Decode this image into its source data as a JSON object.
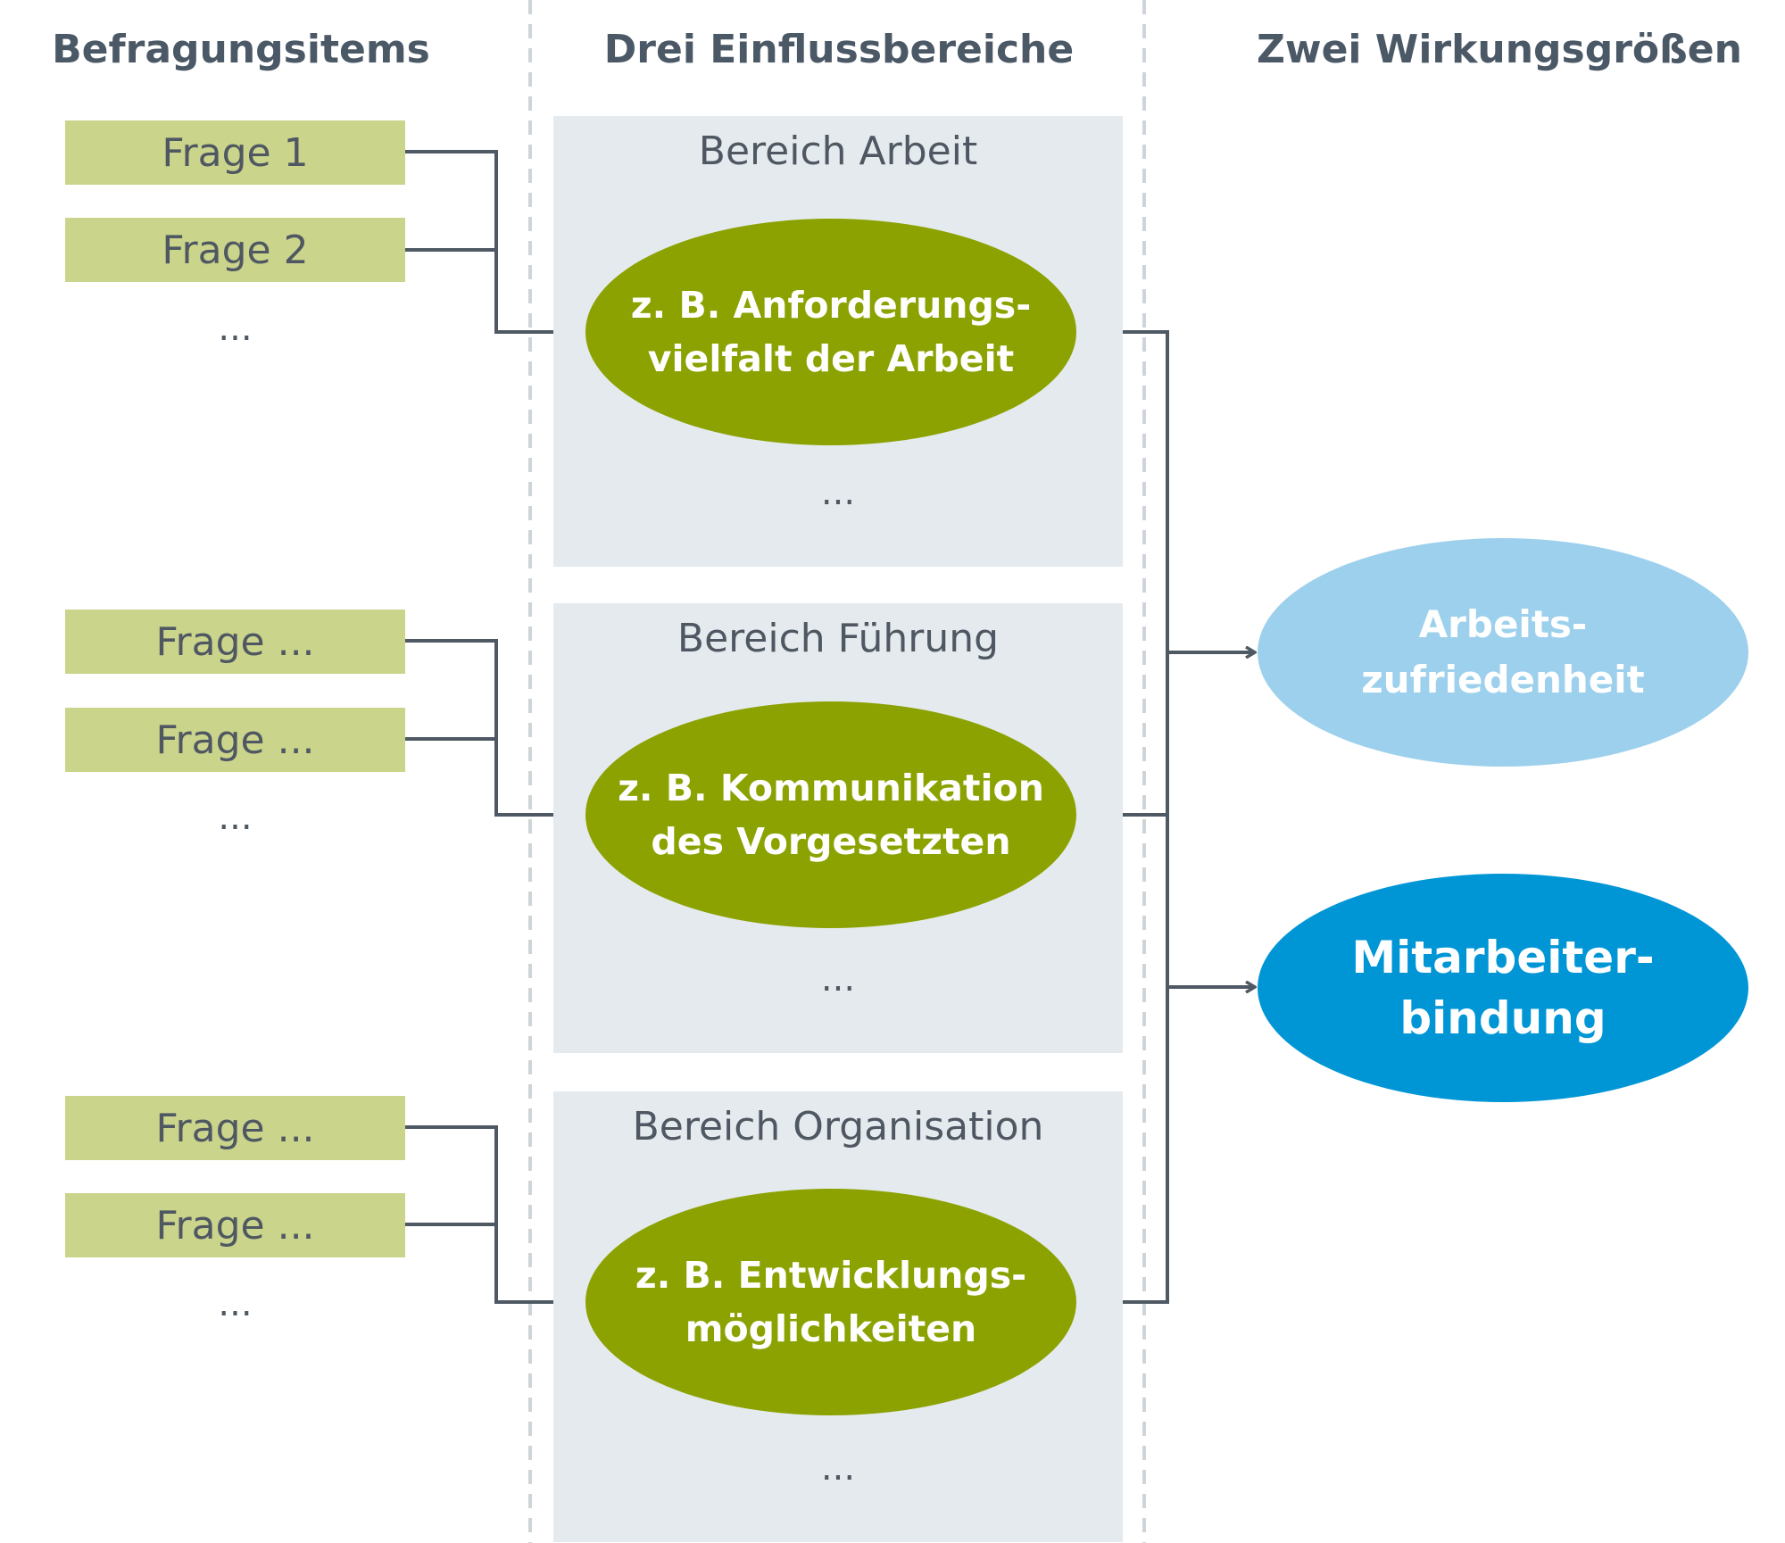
{
  "headers": {
    "items": "Befragungsitems",
    "areas": "Drei Einflussbereiche",
    "outcomes": "Zwei  Wirkungsgrößen"
  },
  "groups": [
    {
      "questions": [
        "Frage 1",
        "Frage 2"
      ],
      "more": "...",
      "panel_title": "Bereich Arbeit",
      "factor_line1": "z. B. Anforderungs-",
      "factor_line2": "vielfalt der Arbeit",
      "panel_more": "..."
    },
    {
      "questions": [
        "Frage ...",
        "Frage ..."
      ],
      "more": "...",
      "panel_title": "Bereich Führung",
      "factor_line1": "z. B. Kommunikation",
      "factor_line2": "des Vorgesetzten",
      "panel_more": "..."
    },
    {
      "questions": [
        "Frage ...",
        "Frage ..."
      ],
      "more": "...",
      "panel_title": "Bereich Organisation",
      "factor_line1": "z. B. Entwicklungs-",
      "factor_line2": "möglichkeiten",
      "panel_more": "..."
    }
  ],
  "outcomes": [
    {
      "line1": "Arbeits-",
      "line2": "zufriedenheit",
      "color": "#9dd0ec"
    },
    {
      "line1": "Mitarbeiter-",
      "line2": "bindung",
      "color": "#0096d6"
    }
  ],
  "colors": {
    "question_fill": "#cbd48b",
    "factor_fill": "#8ba200",
    "panel_fill": "#e5eaee",
    "connector": "#4e5964",
    "divider": "#cfd4d8"
  }
}
